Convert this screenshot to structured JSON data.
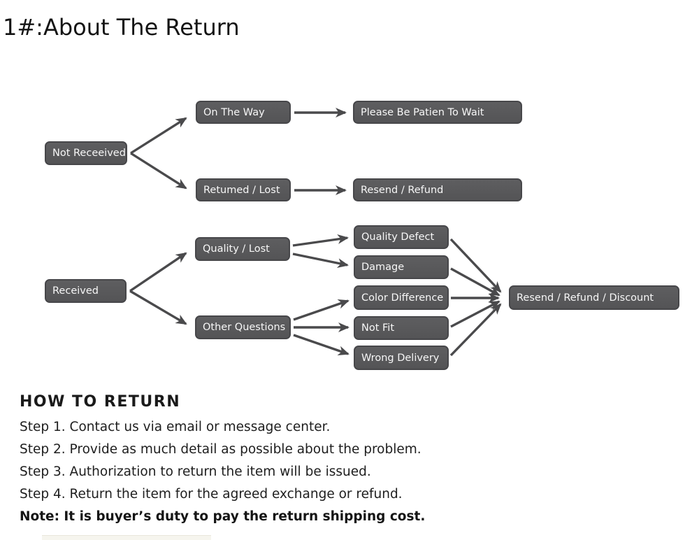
{
  "page_title": "1#:About The Return",
  "flowchart": {
    "nodes": {
      "not_received": "Not Receeived",
      "on_the_way": "On The Way",
      "please_wait": "Please Be Patien To Wait",
      "returned_lost": "Retumed / Lost",
      "resend_refund": "Resend / Refund",
      "received": "Received",
      "quality_lost": "Quality / Lost",
      "quality_defect": "Quality Defect",
      "damage": "Damage",
      "color_difference": "Color Difference",
      "not_fit": "Not Fit",
      "wrong_delivery": "Wrong Delivery",
      "other_questions": "Other Questions",
      "resend_refund_discount": "Resend / Refund / Discount"
    },
    "colors": {
      "node_background": "#565658",
      "node_border": "#47474a",
      "node_text": "#f7f7f7",
      "arrow": "#4a4a4c"
    }
  },
  "how_to_return": {
    "heading": "HOW TO RETURN",
    "steps": [
      "Step 1. Contact us via email or message center.",
      "Step 2. Provide as much detail as possible about the problem.",
      "Step 3. Authorization to return the item will be issued.",
      "Step 4. Return the item for the agreed exchange or refund."
    ],
    "note": "Note: It is buyer’s duty to pay the return shipping cost."
  }
}
